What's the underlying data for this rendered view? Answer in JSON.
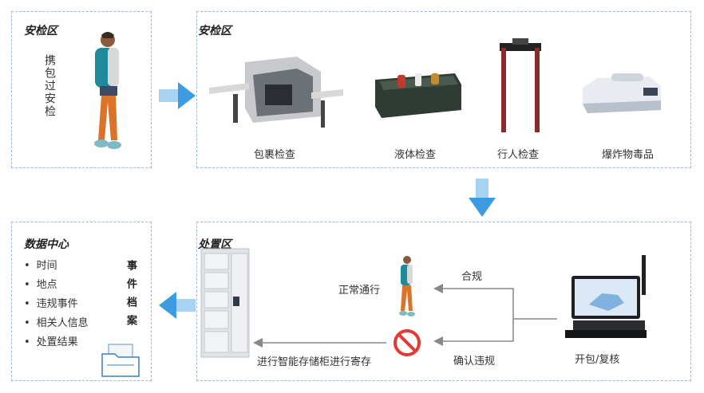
{
  "zone_left_top": {
    "title": "安检区",
    "caption": "携包过安检"
  },
  "zone_right_top": {
    "title": "安检区",
    "items": [
      "包裹检查",
      "液体检查",
      "行人检查",
      "爆炸物毒品"
    ]
  },
  "data_center": {
    "title": "数据中心",
    "items": [
      "时间",
      "地点",
      "违规事件",
      "相关人信息",
      "处置结果"
    ],
    "archive_label": "事件档案"
  },
  "disposal_zone": {
    "title": "处置区",
    "normal_pass": "正常通行",
    "compliant": "合规",
    "confirm_violation": "确认违规",
    "locker_action": "进行智能存储柜进行寄存",
    "open_recheck": "开包/复核"
  },
  "colors": {
    "arrow_blue": "#3d9be0",
    "border": "#9fb7d3",
    "flow_line": "#888888",
    "prohibit_red": "#e53935"
  }
}
